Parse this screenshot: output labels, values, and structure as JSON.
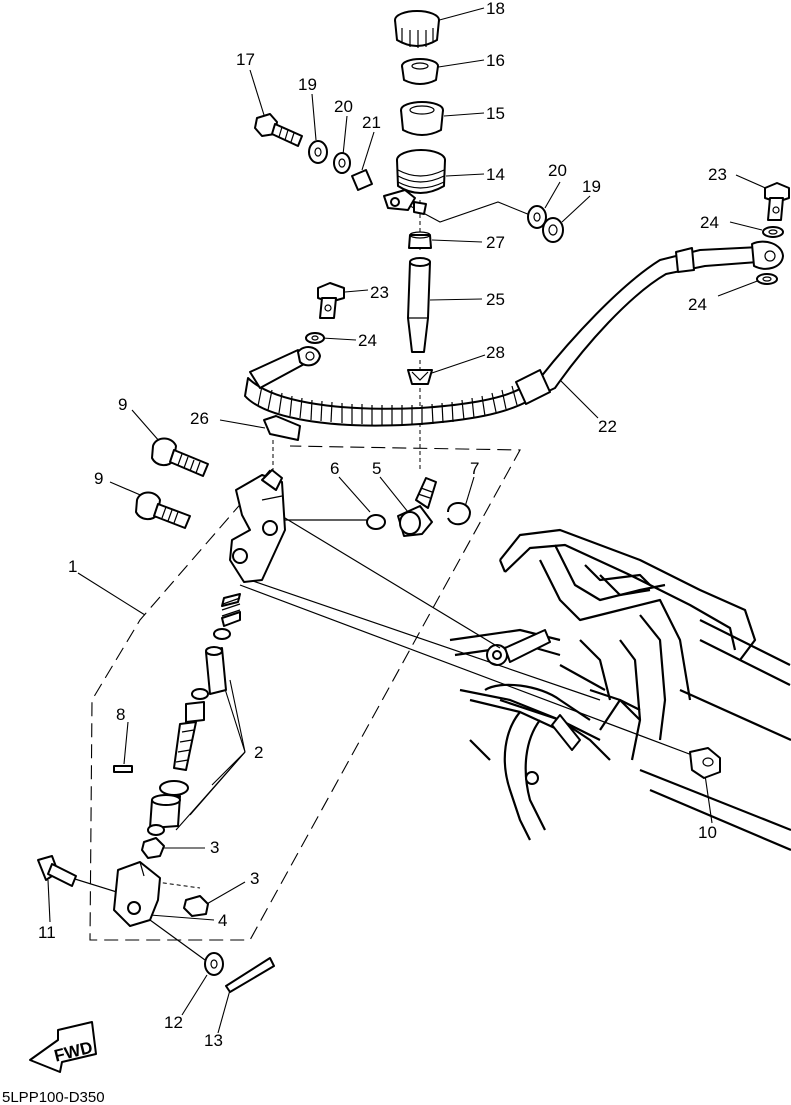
{
  "diagram": {
    "code": "5LPP100-D350",
    "fwd_label": "FWD",
    "callouts": [
      "1",
      "2",
      "3",
      "3",
      "4",
      "5",
      "6",
      "7",
      "8",
      "9",
      "9",
      "10",
      "11",
      "12",
      "13",
      "14",
      "15",
      "16",
      "17",
      "18",
      "19",
      "19",
      "20",
      "20",
      "21",
      "22",
      "23",
      "23",
      "24",
      "24",
      "24",
      "25",
      "26",
      "27",
      "28"
    ]
  }
}
